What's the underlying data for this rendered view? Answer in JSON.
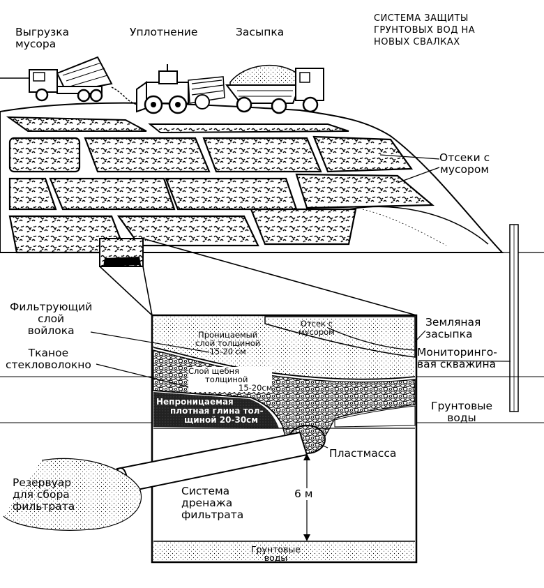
{
  "title": {
    "line1": "СИСТЕМА ЗАЩИТЫ",
    "line2": "ГРУНТОВЫХ ВОД НА",
    "line3": "НОВЫХ СВАЛКАХ"
  },
  "stages": {
    "unloading_1": "Выгрузка",
    "unloading_2": "мусора",
    "compaction": "Уплотнение",
    "backfill": "Засыпка"
  },
  "labels": {
    "cells_1": "Отсеки с",
    "cells_2": "мусором",
    "felt_1": "Фильтрующий",
    "felt_2": "слой",
    "felt_3": "войлока",
    "fiberglass_1": "Тканое",
    "fiberglass_2": "стекловолокно",
    "earth_cover_1": "Земляная",
    "earth_cover_2": "засыпка",
    "monitoring_1": "Мониторинго-",
    "monitoring_2": "вая скважина",
    "groundwater_right_1": "Грунтовые",
    "groundwater_right_2": "воды",
    "plastic": "Пластмасса",
    "reservoir_1": "Резервуар",
    "reservoir_2": "для сбора",
    "reservoir_3": "фильтрата",
    "drainage_1": "Система",
    "drainage_2": "дренажа",
    "drainage_3": "фильтрата",
    "depth": "6 м",
    "groundwater_bottom_1": "Грунтовые",
    "groundwater_bottom_2": "воды"
  },
  "inset": {
    "cell_1": "Отсек с",
    "cell_2": "мусором",
    "permeable_1": "Проницаемый",
    "permeable_2": "слой толщиной",
    "permeable_3": "15-20 см",
    "gravel_1": "Слой щебня",
    "gravel_2": "толщиной",
    "gravel_3": "15-20см",
    "clay_1": "Непроницаемая",
    "clay_2": "плотная глина тол-",
    "clay_3": "щиной 20-30см"
  }
}
